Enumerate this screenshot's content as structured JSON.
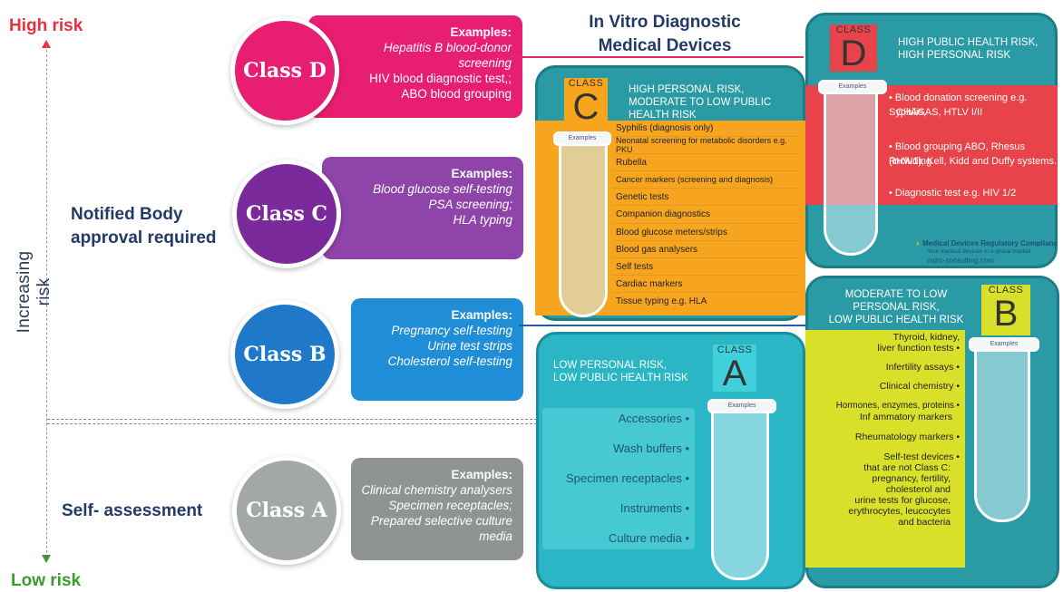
{
  "risk": {
    "high": "High risk",
    "low": "Low risk",
    "axis": "Increasing risk"
  },
  "groups": {
    "notified": "Notified Body approval required",
    "notified_l1": "Notified Body",
    "notified_l2": "approval required",
    "self": "Self- assessment"
  },
  "title": {
    "l1": "In Vitro Diagnostic",
    "l2": "Medical Devices"
  },
  "classes": [
    {
      "key": "D",
      "label": "Class D",
      "color": "#e81e73",
      "examples_label": "Examples:",
      "examples": [
        "Hepatitis B blood-donor",
        "screening",
        "HIV blood diagnostic test,;",
        "ABO blood grouping"
      ]
    },
    {
      "key": "C",
      "label": "Class C",
      "color": "#7b2a9c",
      "examples_label": "Examples:",
      "examples": [
        "Blood glucose self-testing",
        "PSA screening;",
        "HLA typing"
      ]
    },
    {
      "key": "B",
      "label": "Class B",
      "color": "#1f79c8",
      "examples_label": "Examples:",
      "examples": [
        "Pregnancy self-testing",
        "Urine test strips",
        "Cholesterol self-testing"
      ]
    },
    {
      "key": "A",
      "label": "Class A",
      "color": "#8f9393",
      "examples_label": "Examples:",
      "examples": [
        "Clinical chemistry analysers",
        "Specimen receptacles;",
        "Prepared selective culture",
        "media"
      ]
    }
  ],
  "panel_c": {
    "class_word": "CLASS",
    "class_letter": "C",
    "header": [
      "HIGH PERSONAL RISK,",
      "MODERATE TO LOW PUBLIC",
      "HEALTH RISK"
    ],
    "tube_label": "Examples",
    "items": [
      "Syphilis (diagnosis only)",
      "Neonatal screening for metabolic disorders e.g. PKU",
      "Rubella",
      "Cancer markers (screening and diagnosis)",
      "Genetic tests",
      "Companion diagnostics",
      "Blood glucose meters/strips",
      "Blood gas analysers",
      "Self tests",
      "Cardiac markers",
      "Tissue typing e.g. HLA"
    ]
  },
  "panel_d": {
    "class_word": "CLASS",
    "class_letter": "D",
    "header": [
      "HIGH PUBLIC HEALTH RISK,",
      "HIGH PERSONAL RISK"
    ],
    "tube_label": "Examples",
    "items": [
      "• Blood donation screening e.g. Syphilis,",
      "CHAGAS, HTLV I/II",
      "• Blood grouping ABO, Rhesus (including",
      "RHW1), Kell, Kidd and Duffy systems.",
      "• Diagnostic test e.g. HIV 1/2"
    ],
    "logo": "Medical Devices Regulatory Compliance",
    "logo_sub": "Your medical devices in a global market",
    "url": "mdrc-consulting.com"
  },
  "panel_a": {
    "class_word": "CLASS",
    "class_letter": "A",
    "header": [
      "LOW PERSONAL RISK,",
      "LOW PUBLIC HEALTH RISK"
    ],
    "tube_label": "Examples",
    "items": [
      "Accessories  •",
      "Wash buffers  •",
      "Specimen receptacles  •",
      "Instruments  •",
      "Culture media  •"
    ]
  },
  "panel_b": {
    "class_word": "CLASS",
    "class_letter": "B",
    "header": [
      "MODERATE TO LOW",
      "PERSONAL RISK,",
      "LOW PUBLIC HEALTH RISK"
    ],
    "tube_label": "Examples",
    "items": [
      "Thyroid, kidney,",
      "liver function tests  •",
      "Infertility assays  •",
      "Clinical chemistry  •",
      "Hormones, enzymes, proteins  •",
      "Inf ammatory markers",
      "Rheumatology markers  •",
      "Self-test devices  •",
      "that are not Class C:",
      "pregnancy, fertility,",
      "cholesterol  and",
      "urine tests for glucose,",
      "erythrocytes, leucocytes",
      "and bacteria"
    ]
  }
}
